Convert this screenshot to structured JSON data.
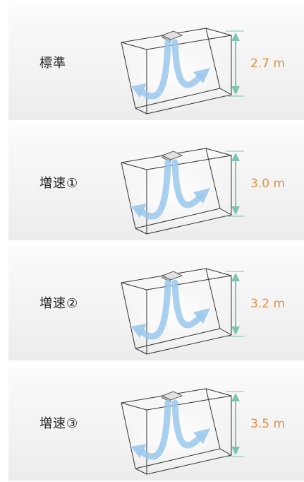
{
  "panels": [
    {
      "label": "標準",
      "height": "2.7",
      "unit": "m"
    },
    {
      "label": "増速①",
      "height": "3.0",
      "unit": "m"
    },
    {
      "label": "増速②",
      "height": "3.2",
      "unit": "m"
    },
    {
      "label": "増速③",
      "height": "3.5",
      "unit": "m"
    }
  ],
  "colors": {
    "measure_line": "#7cc4b2",
    "value_text": "#e8913c",
    "airflow": "#9ac8ec",
    "room_outline": "#333333"
  }
}
